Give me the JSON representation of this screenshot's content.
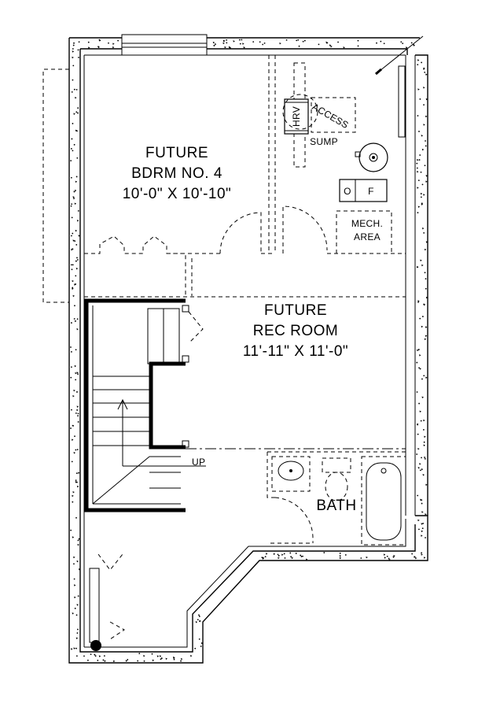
{
  "rooms": {
    "bedroom": {
      "line1": "FUTURE",
      "line2": "BDRM NO. 4",
      "line3": "10'-0\" X 10'-10\""
    },
    "rec_room": {
      "line1": "FUTURE",
      "line2": "REC ROOM",
      "line3": "11'-11\" X 11'-0\""
    },
    "bath": "BATH"
  },
  "mech": {
    "line1": "MECH.",
    "line2": "AREA",
    "hrv": "HRV",
    "access": "ACCESS",
    "sump": "SUMP",
    "furnace": "F",
    "water_heater": "O"
  },
  "stairs": {
    "up": "UP"
  }
}
